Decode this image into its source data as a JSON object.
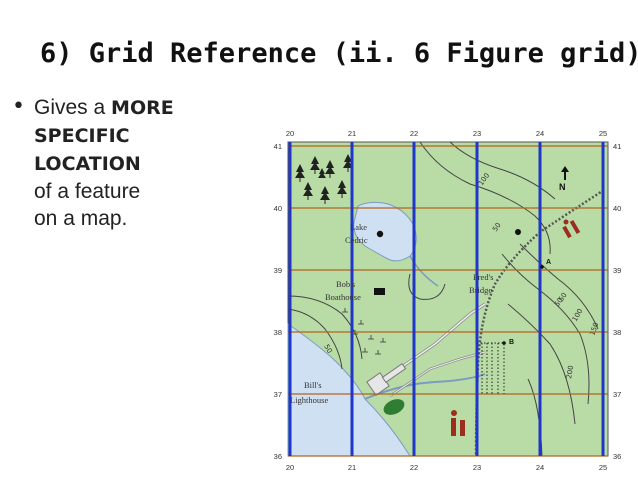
{
  "slide": {
    "title": "6) Grid Reference (ii. 6 Figure grid)",
    "bullet": {
      "lead": "Gives a",
      "em1": "MORE",
      "em2": "SPECIFIC",
      "em3": "LOCATION",
      "tail1": "of a feature",
      "tail2": "on a map."
    }
  },
  "map": {
    "eastings_top": [
      "20",
      "21",
      "22",
      "23",
      "24",
      "25"
    ],
    "eastings_bottom": [
      "20",
      "21",
      "22",
      "23",
      "24",
      "25"
    ],
    "northings_left": [
      "41",
      "40",
      "39",
      "38",
      "37",
      "36"
    ],
    "northings_right": [
      "41",
      "40",
      "39",
      "38",
      "37",
      "36"
    ],
    "labels": {
      "lake_line1": "Lake",
      "lake_line2": "Cedric",
      "bobs_line1": "Bob's",
      "bobs_line2": "Boathouse",
      "freds_line1": "Fred's",
      "freds_line2": "Bridge",
      "bills_line1": "Bill's",
      "bills_line2": "Lighthouse",
      "point_a": "A",
      "point_b": "B",
      "north": "N"
    },
    "contours": [
      "100",
      "50",
      "50",
      "100",
      "50",
      "150",
      "200",
      "50"
    ],
    "colors": {
      "land": "#b9dca6",
      "water": "#cfe0f2",
      "grid_vertical": "#1f36c9",
      "grid_horizontal": "#b3641d"
    }
  }
}
